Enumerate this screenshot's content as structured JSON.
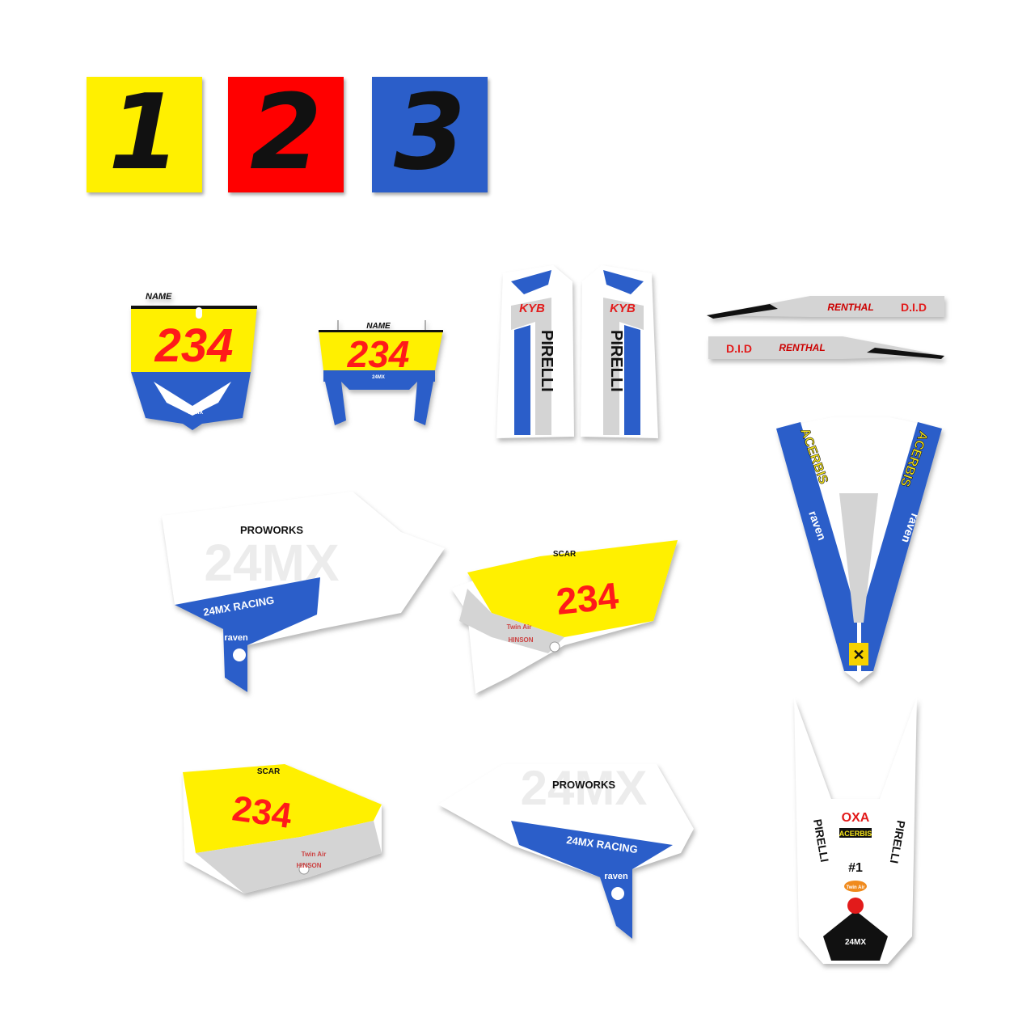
{
  "palette": {
    "yellow": "#fff000",
    "red": "#ff0000",
    "blue": "#2b5ec9",
    "black": "#111111",
    "grey": "#d4d4d4",
    "white": "#ffffff"
  },
  "plates": [
    {
      "number": "1",
      "color": "#fff000"
    },
    {
      "number": "2",
      "color": "#ff0000"
    },
    {
      "number": "3",
      "color": "#2b5ec9"
    }
  ],
  "front_plate": {
    "name_label": "NAME",
    "number": "234",
    "logo": "24MX"
  },
  "headlight_plate": {
    "name_label": "NAME",
    "number": "234",
    "logo": "24MX"
  },
  "fork_guards": {
    "brand_top": "KYB",
    "brand_vertical": "PIRELLI"
  },
  "swingarm": {
    "brand_a": "RENTHAL",
    "brand_b": "D.I.D"
  },
  "front_fender": {
    "brand_a": "ACERBIS",
    "brand_b": "raven"
  },
  "shroud_top": {
    "brand": "PROWORKS",
    "watermark": "24MX",
    "team": "24MX RACING",
    "sponsor": "raven"
  },
  "side_panel_top": {
    "brand": "SCAR",
    "number": "234",
    "sponsor_a": "Twin Air",
    "sponsor_b": "HINSON"
  },
  "side_panel_bottom": {
    "brand": "SCAR",
    "number": "234",
    "sponsor_a": "Twin Air",
    "sponsor_b": "HINSON"
  },
  "shroud_bottom": {
    "brand": "PROWORKS",
    "watermark": "24MX",
    "team": "24MX RACING",
    "sponsor": "raven"
  },
  "rear_fender": {
    "brand_a": "OXA",
    "brand_b": "ACERBIS",
    "brand_c": "PIRELLI",
    "number_one": "#1",
    "sponsor": "Twin Air",
    "logo": "24MX"
  }
}
